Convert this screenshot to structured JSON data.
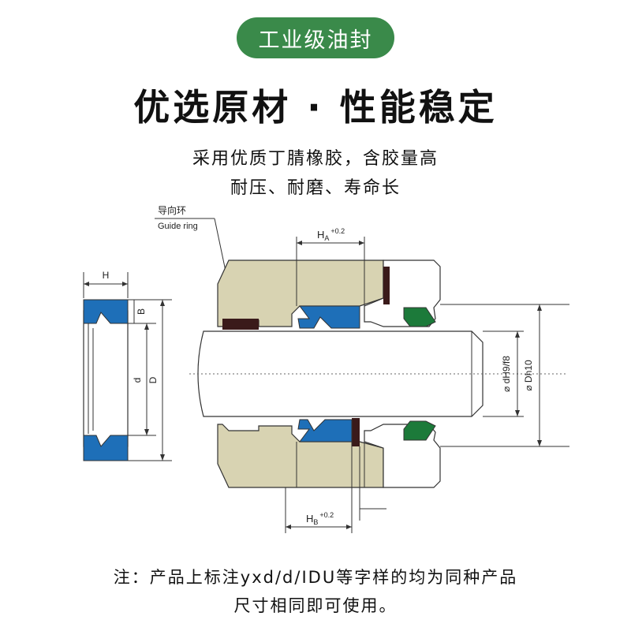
{
  "badge": "工业级油封",
  "headline": "优选原材 · 性能稳定",
  "subtitle": [
    "采用优质丁腈橡胶，含胶量高",
    "耐压、耐磨、寿命长"
  ],
  "callout": {
    "cn": "导向环",
    "en": "Guide ring"
  },
  "dims": {
    "H": "H",
    "B": "B",
    "d": "d",
    "D": "D",
    "HA": "H",
    "HA_sub": "A",
    "HA_tol": "+0.2",
    "HB": "H",
    "HB_sub": "B",
    "HB_tol": "+0.2",
    "dH": "⌀ dH9/f8",
    "Dh": "⌀ Dh10"
  },
  "note": [
    "注：产品上标注yxd/d/IDU等字样的均为同种产品",
    "尺寸相同即可使用。"
  ],
  "colors": {
    "badge": "#3a8a4a",
    "housing": "#d8d3b2",
    "seal": "#1e6fb8",
    "wiper": "#1c7a3a",
    "guide": "#3a1a1a"
  }
}
